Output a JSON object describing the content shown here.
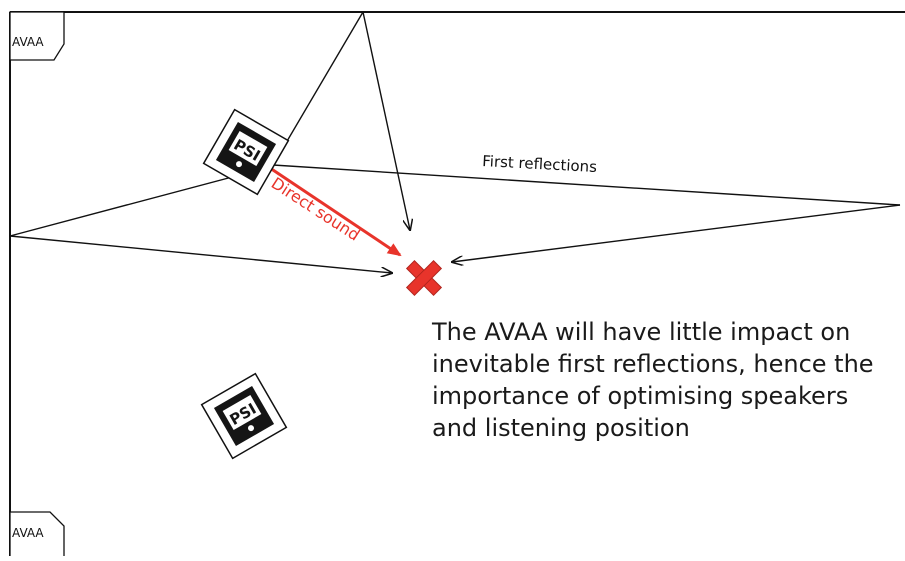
{
  "diagram": {
    "avaa_label": "AVAA",
    "speaker_label": "PSI",
    "first_reflections_label": "First reflections",
    "direct_sound_label": "Direct sound",
    "caption_lines": [
      "The  AVAA will have little impact on",
      "inevitable first reflections, hence the",
      "importance of optimising speakers",
      "and listening position"
    ],
    "colors": {
      "direct_sound": "#e8342b",
      "listener_marker": "#e8342b",
      "lines": "#111111"
    },
    "icons": [
      "speaker-icon",
      "listener-position-icon",
      "avaa-absorber-icon"
    ]
  }
}
